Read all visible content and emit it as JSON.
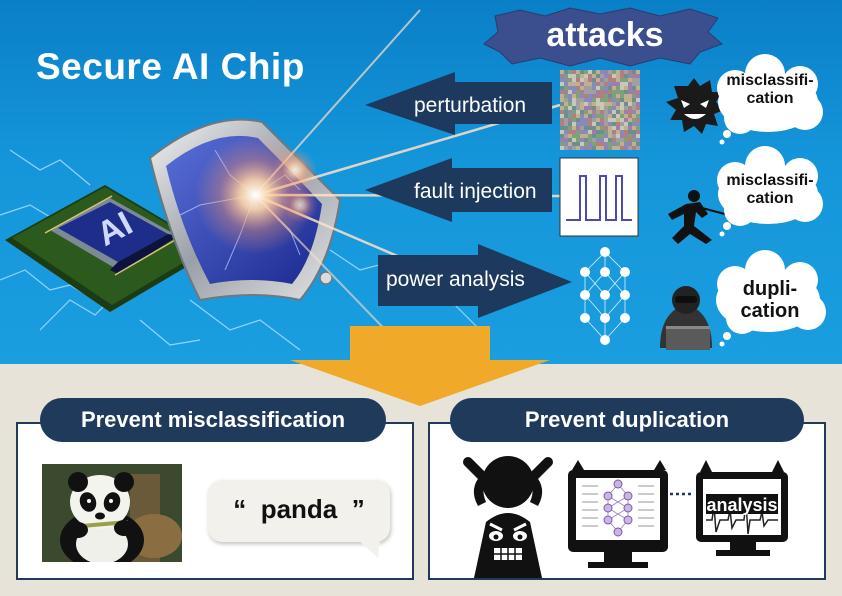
{
  "title": "Secure AI Chip",
  "chip_label": "AI",
  "attacks": {
    "heading": "attacks",
    "items": [
      {
        "label": "perturbation",
        "effect": "misclassifi-\ncation"
      },
      {
        "label": "fault injection",
        "effect": "misclassifi-\ncation"
      },
      {
        "label": "power analysis",
        "effect": "dupli-\ncation"
      }
    ]
  },
  "panels": {
    "left": {
      "heading": "Prevent misclassification",
      "quote_open": "“",
      "quote_word": "panda",
      "quote_close": "”"
    },
    "right": {
      "heading": "Prevent duplication",
      "analysis_label": "analysis"
    }
  },
  "colors": {
    "sky": "#1596da",
    "navy": "#1f3a5a",
    "arrow_orange": "#f0a928",
    "banner": "#3a4f8a"
  }
}
